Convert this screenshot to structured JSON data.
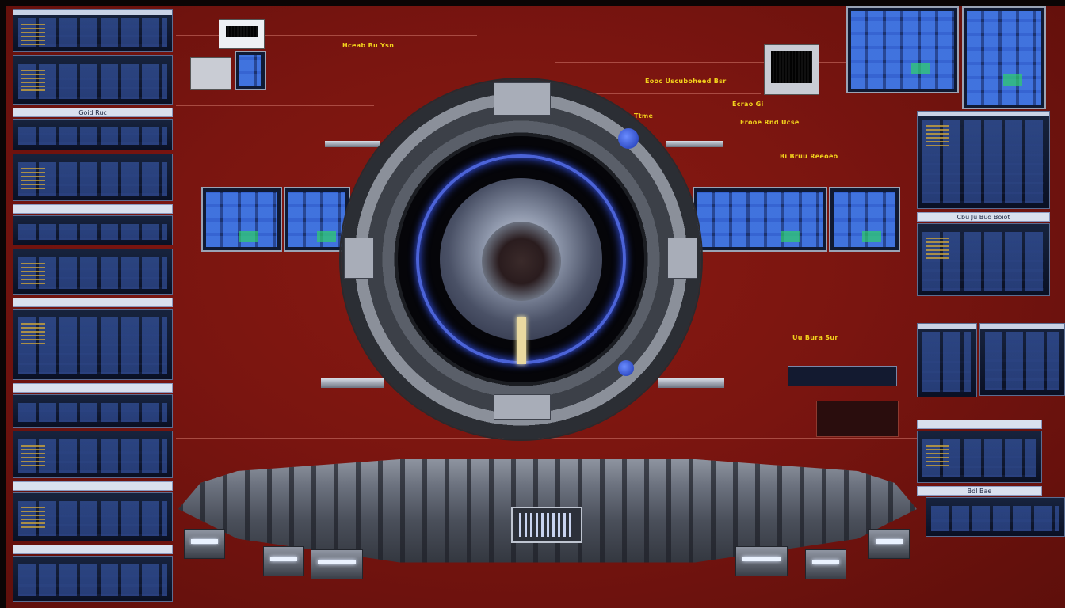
{
  "labels": {
    "top_center": "Hceab Bu Ysn",
    "upper_right_1": "Eooc Uscuboheed Bsr",
    "upper_right_2": "Ecrao Gi",
    "upper_right_3": "Erooe Rnd Ucse",
    "upper_right_4": "Bi Bruu Reeoeo",
    "station_tag": "Ttme",
    "right_mid": "Uu Bura Sur",
    "left_strip_1": "Goid Ruc",
    "right_strip_1": "Cbu Ju Bud Boiot",
    "right_strip_2": "Bdl Bae"
  },
  "colors": {
    "background": "#7a1510",
    "label": "#f2d21c",
    "panel": "#0f1830",
    "accent_blue": "#4b63d8"
  }
}
